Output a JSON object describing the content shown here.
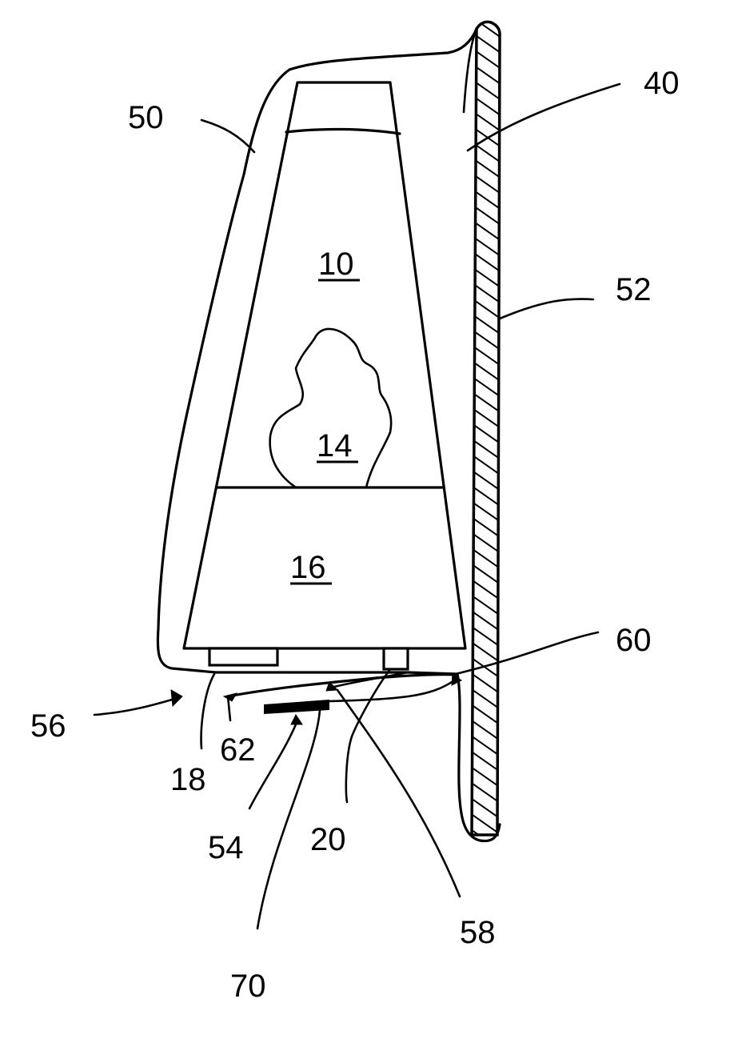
{
  "labels": {
    "l10": "10",
    "l14": "14",
    "l16": "16",
    "l18": "18",
    "l20": "20",
    "l40": "40",
    "l50": "50",
    "l52": "52",
    "l54": "54",
    "l56": "56",
    "l58": "58",
    "l60": "60",
    "l62": "62",
    "l70": "70"
  }
}
